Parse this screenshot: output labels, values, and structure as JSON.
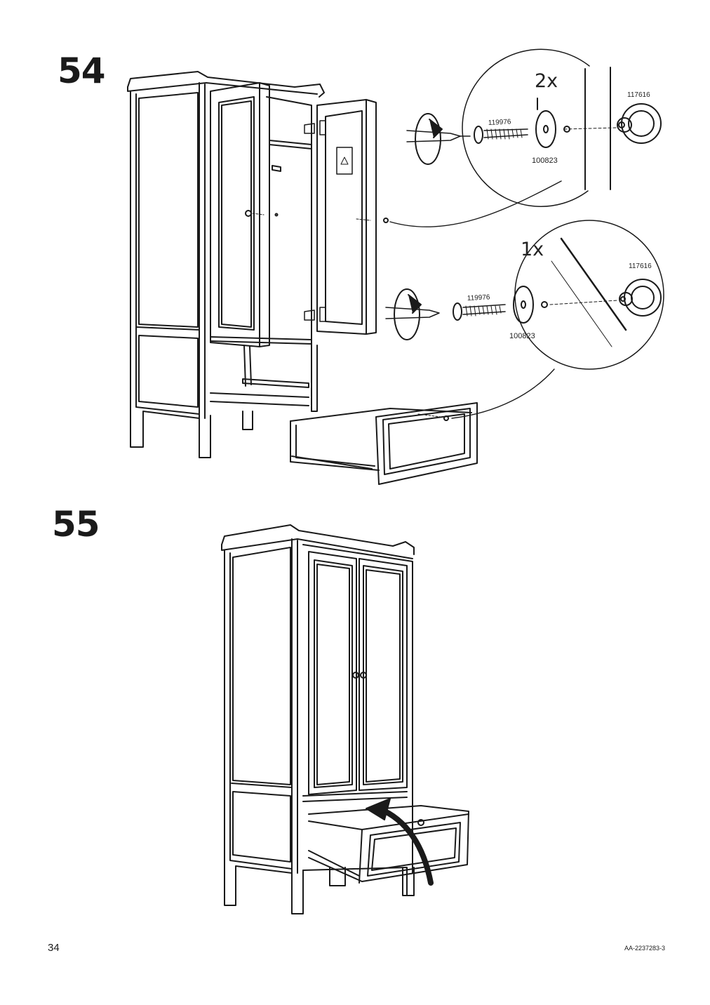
{
  "steps": [
    {
      "number": "54",
      "callouts": [
        {
          "quantity": "2x",
          "screw": "119976",
          "washer": "100823",
          "knob": "117616"
        },
        {
          "quantity": "1x",
          "screw": "119976",
          "washer": "100823",
          "knob": "117616"
        }
      ]
    },
    {
      "number": "55"
    }
  ],
  "footer": {
    "page_number": "34",
    "document_code": "AA-2237283-3"
  }
}
